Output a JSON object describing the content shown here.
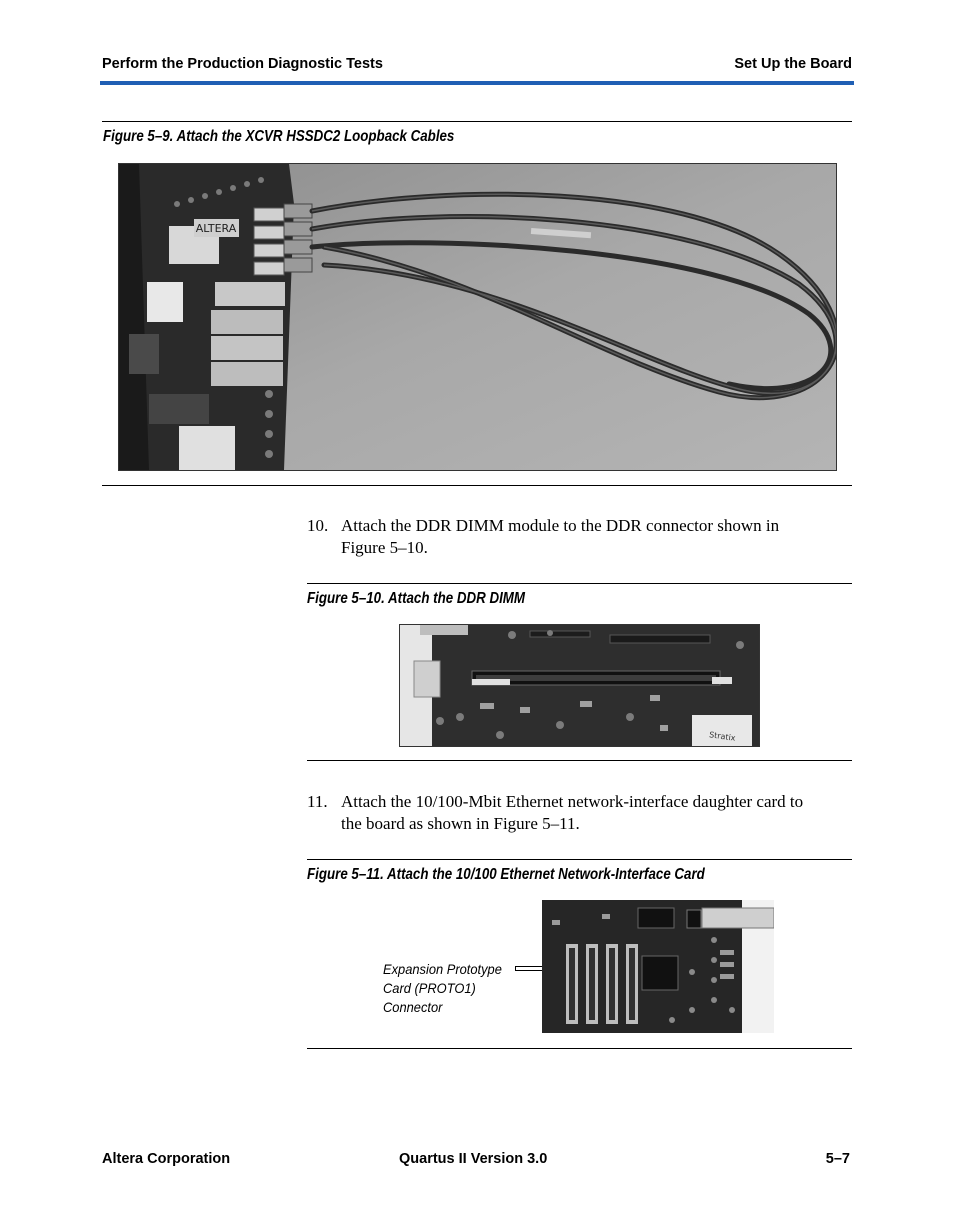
{
  "header": {
    "left": "Perform the Production Diagnostic Tests",
    "right": "Set Up the Board",
    "accent_color": "#1f5fb4"
  },
  "figure9": {
    "caption": "Figure 5–9. Attach the XCVR HSSDC2 Loopback Cables"
  },
  "step10": {
    "number": "10.",
    "text_line1": "Attach the DDR DIMM module to the DDR connector shown in",
    "text_line2": "Figure 5–10."
  },
  "figure10": {
    "caption": "Figure 5–10. Attach the DDR DIMM"
  },
  "step11": {
    "number": "11.",
    "text_line1": "Attach the 10/100-Mbit Ethernet network-interface daughter card to",
    "text_line2": "the board as shown in Figure 5–11."
  },
  "figure11": {
    "caption": "Figure 5–11. Attach the 10/100 Ethernet Network-Interface Card",
    "callout_line1": "Expansion Prototype",
    "callout_line2": "Card (PROTO1)",
    "callout_line3": "Connector",
    "stratix_logo": "Stratix"
  },
  "footer": {
    "left": "Altera Corporation",
    "center": "Quartus II Version 3.0",
    "right": "5–7"
  },
  "board_logo": "ALTERA"
}
